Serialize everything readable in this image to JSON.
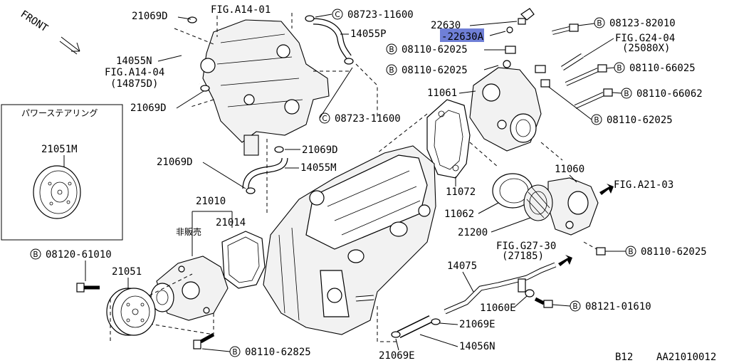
{
  "labels": {
    "front": "FRONT",
    "l_21069D_top": "21069D",
    "l_figA1401": "FIG.A14-01",
    "l_14055N": "14055N",
    "l_figA1404": "FIG.A14-04",
    "l_14875D": "(14875D)",
    "l_21069D_mid": "21069D",
    "l_08723_top": "08723-11600",
    "l_14055P": "14055P",
    "l_08723_mid": "08723-11600",
    "l_21069D_r": "21069D",
    "l_21069D_l": "21069D",
    "l_14055M": "14055M",
    "l_22630": "22630",
    "l_22630A": "22630A",
    "l_08110_62025_a": "08110-62025",
    "l_08110_62025_b": "08110-62025",
    "l_11061": "11061",
    "l_08123": "08123-82010",
    "l_figG2404": "FIG.G24-04",
    "l_25080X": "(25080X)",
    "l_08110_66025": "08110-66025",
    "l_08110_66062": "08110-66062",
    "l_08110_62025_c": "08110-62025",
    "l_11072": "11072",
    "l_11060": "11060",
    "l_figA2103": "FIG.A21-03",
    "l_11062": "11062",
    "l_21200": "21200",
    "l_08110_62025_d": "08110-62025",
    "l_figG2730": "FIG.G27-30",
    "l_27185": "(27185)",
    "l_14075": "14075",
    "l_11060E": "11060E",
    "l_08121": "08121-01610",
    "l_21069E_a": "21069E",
    "l_14056N": "14056N",
    "l_21069E_b": "21069E",
    "l_21010": "21010",
    "l_21014": "21014",
    "l_hihanbai": "非販売",
    "l_08120": "08120-61010",
    "l_21051": "21051",
    "l_08110_62825": "08110-62825",
    "l_21051M": "21051M",
    "l_b12": "B12",
    "l_ref": "AA21010012"
  },
  "inset": {
    "title": "パワーステアリング"
  },
  "circle_prefixes": {
    "bolt": "B",
    "clamp": "C"
  },
  "highlight_color": "#6f7fd6"
}
